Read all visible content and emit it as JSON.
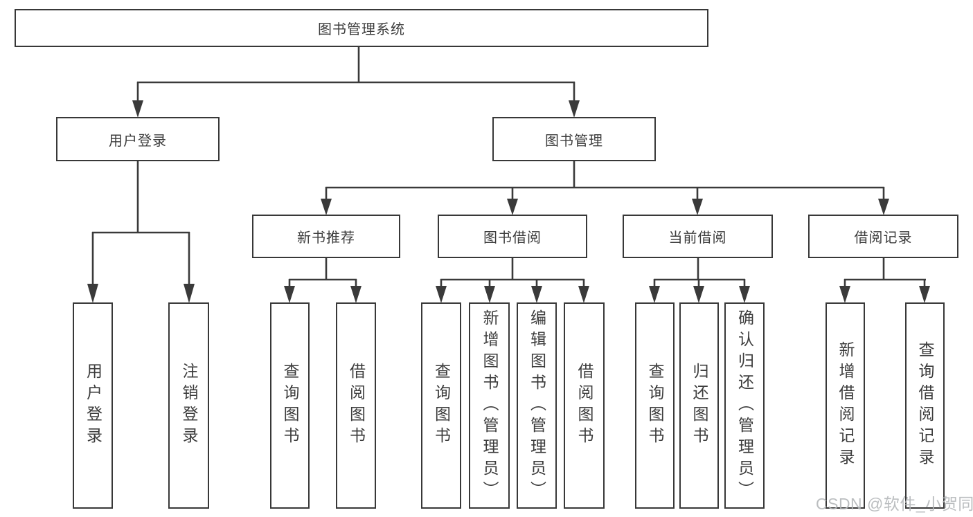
{
  "diagram": {
    "title": "图书管理系统",
    "level1": [
      {
        "label": "用户登录"
      },
      {
        "label": "图书管理"
      }
    ],
    "level2": [
      {
        "label": "新书推荐"
      },
      {
        "label": "图书借阅"
      },
      {
        "label": "当前借阅"
      },
      {
        "label": "借阅记录"
      }
    ],
    "leaves": [
      {
        "label": "用户登录"
      },
      {
        "label": "注销登录"
      },
      {
        "label": "查询图书"
      },
      {
        "label": "借阅图书"
      },
      {
        "label": "查询图书"
      },
      {
        "label": "新增图书（管理员）"
      },
      {
        "label": "编辑图书（管理员）"
      },
      {
        "label": "借阅图书"
      },
      {
        "label": "查询图书"
      },
      {
        "label": "归还图书"
      },
      {
        "label": "确认归还（管理员）"
      },
      {
        "label": "新增借阅记录"
      },
      {
        "label": "查询借阅记录"
      }
    ]
  },
  "watermark": "CSDN @软件_小贺同学",
  "colors": {
    "line": "#3a3a3a",
    "text": "#3c3c3c",
    "box_background": "#ffffff",
    "watermark": "#b2b5b7",
    "page_background": "#ffffff"
  }
}
